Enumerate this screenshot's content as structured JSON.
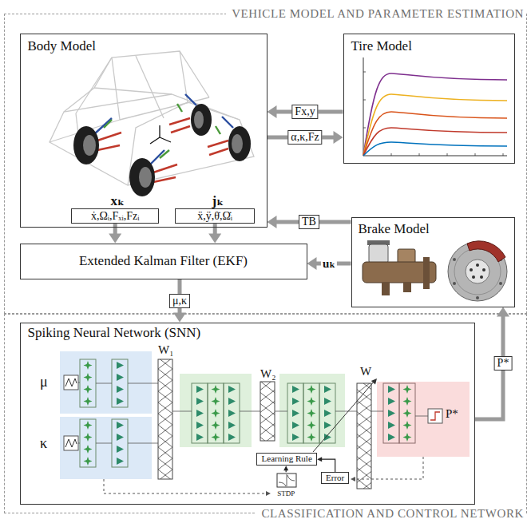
{
  "diagram": {
    "nodes": [
      {
        "text": [
          "VEHICLE MODEL AND PARAMETER ESTIMATION"
        ]
      },
      {
        "text": [
          "Body Model",
          "xₖ",
          "jₖ"
        ],
        "in": 0
      },
      {
        "text": [
          "ẋ,Ωᵢ,Fₓᵢ,Fzᵢ"
        ],
        "in": 1
      },
      {
        "text": [
          "ẍ,ÿ,θ̇,Ω̇ᵢ"
        ],
        "in": 1
      },
      {
        "text": [
          "Tire Model"
        ],
        "in": 0
      },
      {
        "text": [
          "Brake Model"
        ],
        "in": 0
      },
      {
        "text": [
          "Extended Kalman Filter (EKF)"
        ],
        "in": 0
      },
      {
        "text": [
          "CLASSIFICATION AND CONTROL NETWORK"
        ]
      },
      {
        "text": [
          "Spiking Neural Network (SNN)"
        ],
        "in": 7
      },
      {
        "text": [
          "Learning Rule"
        ],
        "in": 8
      },
      {
        "text": [
          "Error"
        ],
        "in": 8
      },
      {
        "text": [
          "STDP"
        ],
        "in": 8
      }
    ],
    "edges": [
      {
        "from": 4,
        "to": 1,
        "arrow": "to",
        "label": "Fx,y"
      },
      {
        "from": 1,
        "to": 4,
        "arrow": "to",
        "label": "α,κ,Fz"
      },
      {
        "from": 5,
        "to": 1,
        "arrow": "to",
        "label": "TB"
      },
      {
        "from": 5,
        "to": 6,
        "arrow": "to",
        "label": "uₖ"
      },
      {
        "from": 2,
        "to": 6,
        "arrow": "to"
      },
      {
        "from": 3,
        "to": 6,
        "arrow": "to"
      },
      {
        "from": 6,
        "to": 8,
        "arrow": "to",
        "label": "μ,κ"
      },
      {
        "from": 8,
        "to": 5,
        "arrow": "to",
        "label": "P*"
      },
      {
        "from": 10,
        "to": 9,
        "arrow": "to"
      },
      {
        "from": 11,
        "to": 9,
        "arrow": "to"
      }
    ],
    "labels": [
      "μ",
      "κ",
      "W₁",
      "W₂",
      "W",
      "P*"
    ]
  }
}
